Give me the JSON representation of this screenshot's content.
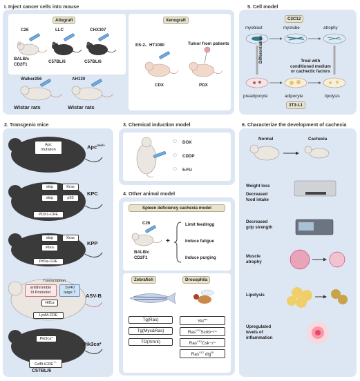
{
  "sections": {
    "s1": {
      "title": "I. Inject  cancer cells into mouse"
    },
    "s2": {
      "title": "2. Transgenic mice"
    },
    "s3": {
      "title": "3. Chemical induction model"
    },
    "s4": {
      "title": "4. Other animal model"
    },
    "s5": {
      "title": "5. Cell model"
    },
    "s6": {
      "title": "6. Characterize the development of cachexia"
    }
  },
  "inject": {
    "allograft": "Allograft",
    "xenograft": "Xenograft",
    "c26": "C26",
    "llc": "LLC",
    "chx": "CHX307",
    "balbc": "BALB/c\nCD2F1",
    "c57a": "C57BL/6",
    "c57b": "C57BL/6",
    "walker": "Walker256",
    "ah130": "AH130",
    "wistar1": "Wistar rats",
    "wistar2": "Wistar rats",
    "es2": "ES-2、HT1080",
    "tumor": "Tumor from patients",
    "cdx": "CDX",
    "pdx": "PDX"
  },
  "transgenic": {
    "apc_mut": "Apc\nmutation",
    "apc_name": "Apc",
    "apc_sup": "min/+",
    "kpc_stop1": "stop",
    "kpc_kras": "Kras",
    "kpc_stop2": "stop",
    "kpc_p53": "p53",
    "kpc_cre": "PDX1-CRE",
    "kpc_name": "KPC",
    "kpp_stop": "stop",
    "kpp_kras": "Kras",
    "kpp_pten": "Pten",
    "kpp_cre": "Ptf1a-CRE",
    "kpp_name": "KPP",
    "asv_transcription": "Transcription",
    "asv_promoter": "antithrombin\nIII Promoter",
    "asv_sv40": "SV40\nlarge T",
    "asv_hif": "Hif1α",
    "asv_cre": "LysM-CRE",
    "asv_name": "ASV-B",
    "pik_gene": "Pik3ca*",
    "pik_cre": "Gdf9-iCRE",
    "pik_cre_sup": "+/-",
    "pik_name": "Pik3ca*",
    "pik_strain": "C57BL/6"
  },
  "chemical": {
    "dox": "DOX",
    "cddp": "CDDP",
    "fu": "5-FU"
  },
  "other": {
    "spleen_title": "Spleen deficiency cachexia model",
    "c26": "C26",
    "strain": "BALB/c\nCD2F1",
    "plus": "+",
    "limit": "Limit feedingg",
    "fatigue": "Induce fatigue",
    "purging": "Induce purging",
    "zebrafish": "Zebrafish",
    "drosophila": "Drosophila",
    "z1": "Tg(Ras)",
    "z2": "Tg(Myc&Ras)",
    "z3": "TO(Xmrk)",
    "d1": "Yki",
    "d1_sup": "act",
    "d2a": "Ras",
    "d2_sup": "V12",
    "d2b": "Scrib−/−",
    "d3a": "Ras",
    "d3_sup": "V12",
    "d3b": "Csk−/−",
    "d4a": "Ras",
    "d4_sup": "V12",
    "d4b": " dlg",
    "d4_sup2": "RI"
  },
  "cell": {
    "c2c12": "C2C12",
    "myoblast": "myoblast",
    "myotube": "myotube",
    "atrophy": "atrophy",
    "differentiation": "Differentiation",
    "treat": "Treat with\nconditioned medium\nor cachectic factors",
    "preadipocyte": "preadipocyte",
    "adipocyte": "adipocyte",
    "lipolysis": "lipolysis",
    "l1": "3T3-L1"
  },
  "characterize": {
    "normal": "Normal",
    "cachexia": "Cachexia",
    "weight": "Weight loss",
    "food": "Decreased\nfood intake",
    "grip": "Decreased\ngrip strength",
    "muscle": "Muscle\natrophy",
    "lipolysis": "Lipolysis",
    "inflam": "Upregulated\nlevels of\ninflammation"
  },
  "colors": {
    "panel": "#dde6f3",
    "badge": "#e8e3cf",
    "mouse_dark": "#3a3a3a",
    "mouse_light": "#ece6e0",
    "syringe": "#6fa8dc"
  }
}
